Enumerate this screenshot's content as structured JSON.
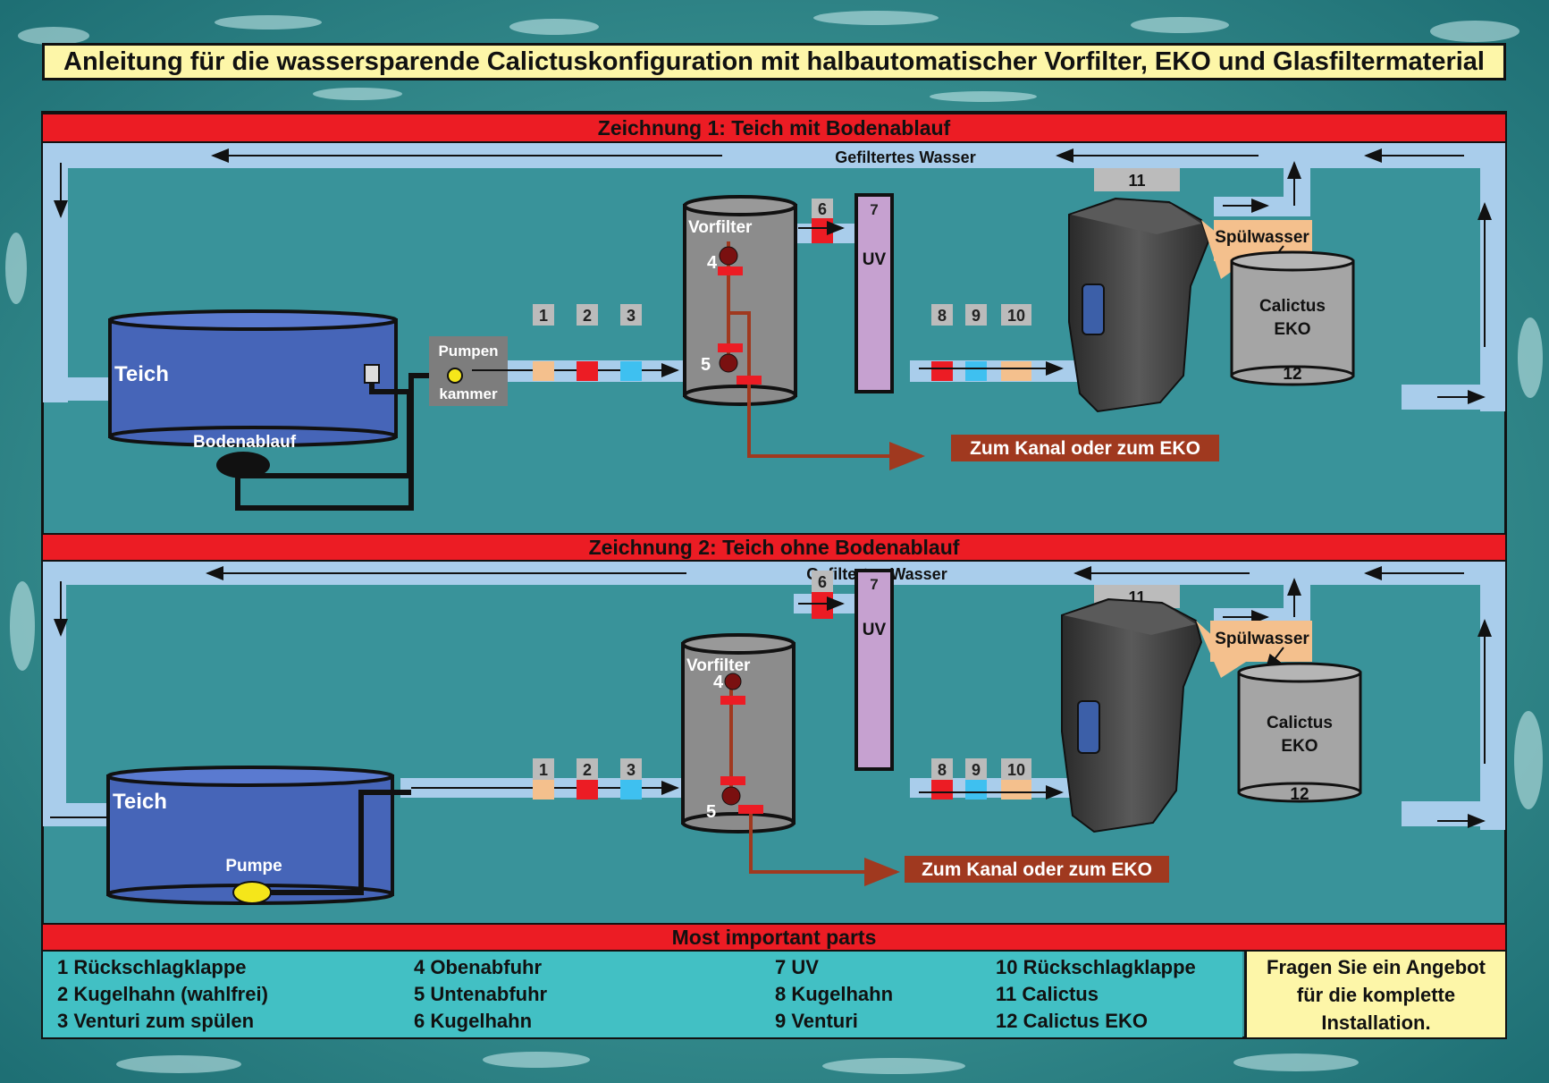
{
  "title": "Anleitung für die wassersparende Calictuskonfiguration mit halbautomatischer Vorfilter, EKO und Glasfiltermaterial",
  "colors": {
    "background_water": "#3a9b9f",
    "panel": "#39939a",
    "pipe": "#a9cdeb",
    "header_red": "#ec1c24",
    "banner_yellow": "#fdf6a8",
    "legend_cyan": "#42c0c4",
    "teich_blue": "#4665b8",
    "drain_brown": "#a0391f",
    "uv_purple": "#c6a1d0",
    "vorfilter_grey": "#8c8c8c"
  },
  "drawing1": {
    "header": "Zeichnung 1: Teich mit Bodenablauf",
    "filtered_water": "Gefiltertes Wasser",
    "teich": "Teich",
    "bottom_drain": "Bodenablauf",
    "pump_chamber_1": "Pumpen",
    "pump_chamber_2": "kammer",
    "vorfilter": "Vorfilter",
    "uv": "UV",
    "spuelwasser": "Spülwasser",
    "eko_1": "Calictus",
    "eko_2": "EKO",
    "drain_label": "Zum Kanal oder zum EKO",
    "numbers": [
      "1",
      "2",
      "3",
      "4",
      "5",
      "6",
      "7",
      "8",
      "9",
      "10",
      "11",
      "12"
    ]
  },
  "drawing2": {
    "header": "Zeichnung 2: Teich ohne Bodenablauf",
    "filtered_water": "Gefiltertes Wasser",
    "teich": "Teich",
    "pump": "Pumpe",
    "vorfilter": "Vorfilter",
    "uv": "UV",
    "spuelwasser": "Spülwasser",
    "eko_1": "Calictus",
    "eko_2": "EKO",
    "drain_label": "Zum Kanal oder zum EKO",
    "numbers": [
      "1",
      "2",
      "3",
      "4",
      "5",
      "6",
      "7",
      "8",
      "9",
      "10",
      "11",
      "12"
    ]
  },
  "legend": {
    "header": "Most important parts",
    "items": [
      "1 Rückschlagklappe",
      "2 Kugelhahn (wahlfrei)",
      "3 Venturi zum spülen",
      "4 Obenabfuhr",
      "5 Untenabfuhr",
      "6 Kugelhahn",
      "7 UV",
      "8 Kugelhahn",
      "9 Venturi",
      "10 Rückschlagklappe",
      "11 Calictus",
      "12 Calictus EKO"
    ]
  },
  "offer": {
    "line1": "Fragen Sie ein Angebot",
    "line2": "für die komplette",
    "line3": "Installation."
  }
}
